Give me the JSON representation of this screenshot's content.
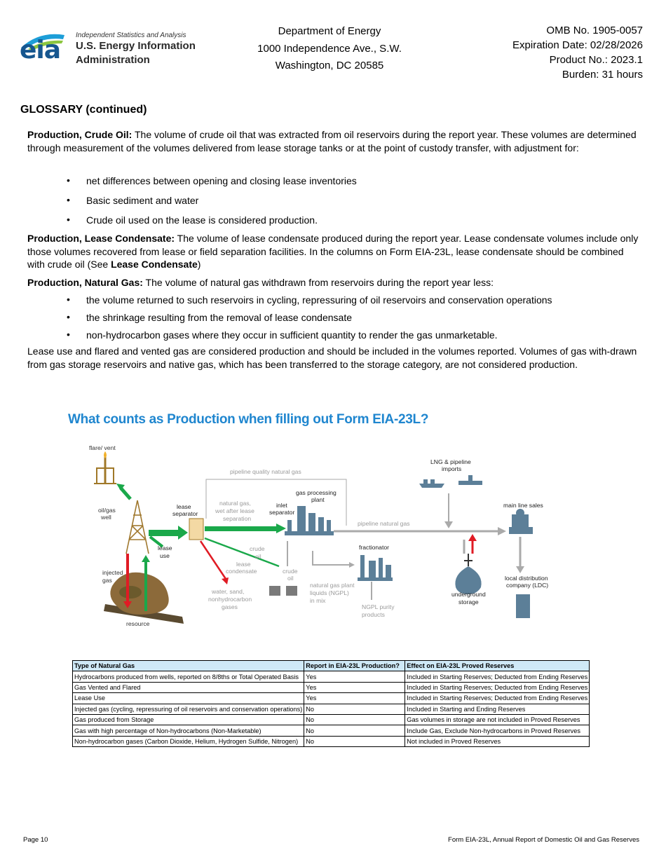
{
  "header": {
    "logo": {
      "mark": "eia",
      "tagline": "Independent Statistics and Analysis",
      "name_line1": "U.S. Energy Information",
      "name_line2": "Administration"
    },
    "address": [
      "Department of Energy",
      "1000 Independence Ave., S.W.",
      "Washington, DC 20585"
    ],
    "omb": [
      "OMB No. 1905-0057",
      "Expiration Date:  02/28/2026",
      "Product No.: 2023.1",
      "Burden:  31 hours"
    ]
  },
  "glossary": {
    "title": "GLOSSARY (continued)",
    "crude": {
      "term": "Production, Crude Oil:",
      "text": " The volume of crude oil that was extracted from oil reservoirs during the report year. These volumes are determined through measurement of the volumes delivered from lease storage tanks or at the point of custody transfer, with adjustment for:",
      "bullets": [
        "net differences between opening and closing lease inventories",
        "Basic sediment and water",
        "Crude oil used on the lease is considered production."
      ]
    },
    "condensate": {
      "term": "Production, Lease Condensate:",
      "text": " The volume of lease condensate produced during the report year. Lease condensate volumes include only those volumes recovered from lease or field separation facilities. In the columns on Form EIA-23L, lease condensate should be combined with crude oil (See ",
      "ref": "Lease Condensate",
      "close": ")"
    },
    "natgas": {
      "term": "Production, Natural Gas:",
      "text": " The volume of natural gas withdrawn from reservoirs during the report year less:",
      "bullets": [
        "the volume returned to such reservoirs in cycling, repressuring of oil reservoirs and conservation operations",
        "the shrinkage resulting from the removal of lease condensate",
        "non-hydrocarbon gases where they occur in sufficient quantity to render the gas unmarketable."
      ]
    },
    "closing": "Lease use and flared and vented gas are considered production and should be included in the volumes reported. Volumes of gas with-drawn from gas storage reservoirs and native gas, which has been transferred to the storage category, are not considered production."
  },
  "diagram": {
    "title": "What counts as Production when filling out Form EIA-23L?",
    "labels": {
      "flare": "flare/ vent",
      "well1": "oil/gas",
      "well2": "well",
      "injected1": "injected",
      "injected2": "gas",
      "resource": "resource",
      "lease_sep1": "lease",
      "lease_sep2": "separator",
      "lease_use1": "lease",
      "lease_use2": "use",
      "pq_gas": "pipeline quality natural gas",
      "wet1": "natural gas,",
      "wet2": "wet after lease",
      "wet3": "separation",
      "water1": "water, sand,",
      "water2": "nonhydrocarbon",
      "water3": "gases",
      "crude_flow1": "crude",
      "crude_flow2": "oil",
      "lc1": "lease",
      "lc2": "condensate",
      "crude_tank1": "crude",
      "crude_tank2": "oil",
      "gpp1": "gas processing",
      "gpp2": "plant",
      "inlet1": "inlet",
      "inlet2": "separator",
      "pipeline_gas": "pipeline natural gas",
      "fractionator": "fractionator",
      "ngpl1": "natural gas plant",
      "ngpl2": "liquids (NGPL)",
      "ngpl3": "in mix",
      "purity1": "NGPL purity",
      "purity2": "products",
      "lng1": "LNG & pipeline",
      "lng2": "imports",
      "mainline": "main line sales",
      "storage1": "underground",
      "storage2": "storage",
      "ldc1": "local distribution",
      "ldc2": "company (LDC)"
    }
  },
  "table": {
    "headers": [
      "Type of Natural Gas",
      "Report in EIA-23L Production?",
      "Effect on EIA-23L Proved Reserves"
    ],
    "rows": [
      [
        "Hydrocarbons produced from wells, reported on 8/8ths or Total Operated Basis",
        "Yes",
        "Included in Starting Reserves; Deducted from Ending Reserves"
      ],
      [
        "Gas Vented and Flared",
        "Yes",
        "Included in Starting Reserves; Deducted from Ending Reserves"
      ],
      [
        "Lease  Use",
        "Yes",
        "Included in Starting Reserves; Deducted from Ending Reserves"
      ],
      [
        "Injected gas (cycling, repressuring of oil reservoirs and conservation operations)",
        "No",
        "Included in Starting and Ending Reserves"
      ],
      [
        "Gas produced from Storage",
        "No",
        "Gas volumes in storage are not included in Proved Reserves"
      ],
      [
        "Gas with high percentage of Non-hydrocarbons (Non-Marketable)",
        "No",
        "Include Gas, Exclude Non-hydrocarbons in Proved Reserves"
      ],
      [
        "Non-hydrocarbon gases (Carbon Dioxide, Helium, Hydrogen Sulfide, Nitrogen)",
        "No",
        "Not included in Proved Reserves"
      ]
    ]
  },
  "footer": {
    "page": "Page 10",
    "form": "Form EIA-23L, Annual Report of Domestic Oil and Gas Reserves"
  },
  "colors": {
    "accent": "#1f86cf",
    "green": "#1aa84a",
    "red": "#e01b24",
    "gray": "#9a9a9a",
    "table_header": "#cfe9f7"
  }
}
